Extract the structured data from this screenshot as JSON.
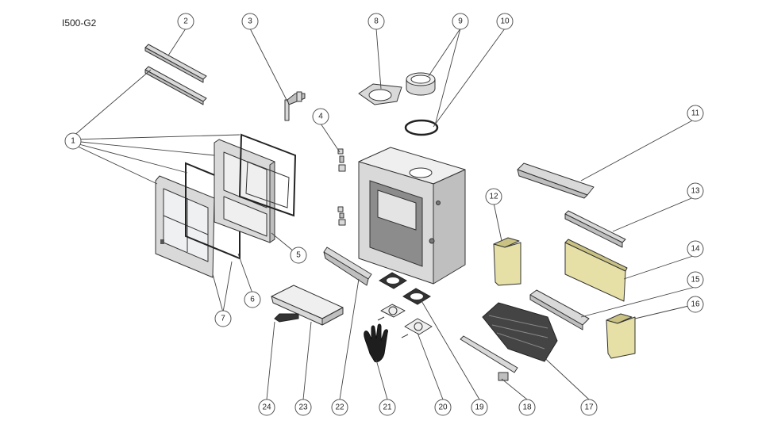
{
  "model_label": "I500-G2",
  "callouts": [
    "1",
    "2",
    "3",
    "4",
    "5",
    "6",
    "7",
    "8",
    "9",
    "10",
    "11",
    "12",
    "13",
    "14",
    "15",
    "16",
    "17",
    "18",
    "19",
    "20",
    "21",
    "22",
    "23",
    "24"
  ]
}
